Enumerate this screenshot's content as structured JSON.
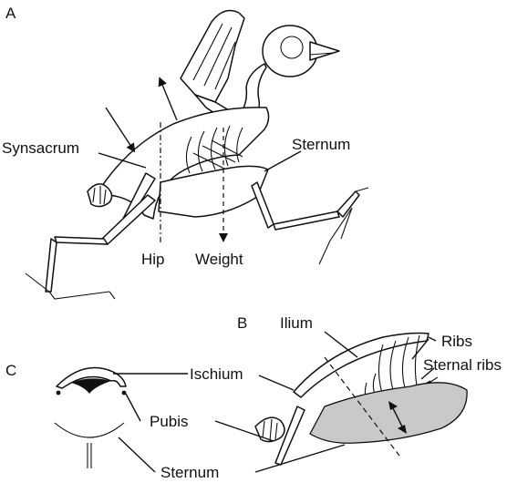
{
  "panels": {
    "a": "A",
    "b": "B",
    "c": "C"
  },
  "labels": {
    "synsacrum": "Synsacrum",
    "sternum_a": "Sternum",
    "hip": "Hip",
    "weight": "Weight",
    "ilium": "Ilium",
    "ribs": "Ribs",
    "sternal_ribs": "Sternal ribs",
    "ischium": "Ischium",
    "pubis": "Pubis",
    "sternum_c": "Sternum"
  }
}
